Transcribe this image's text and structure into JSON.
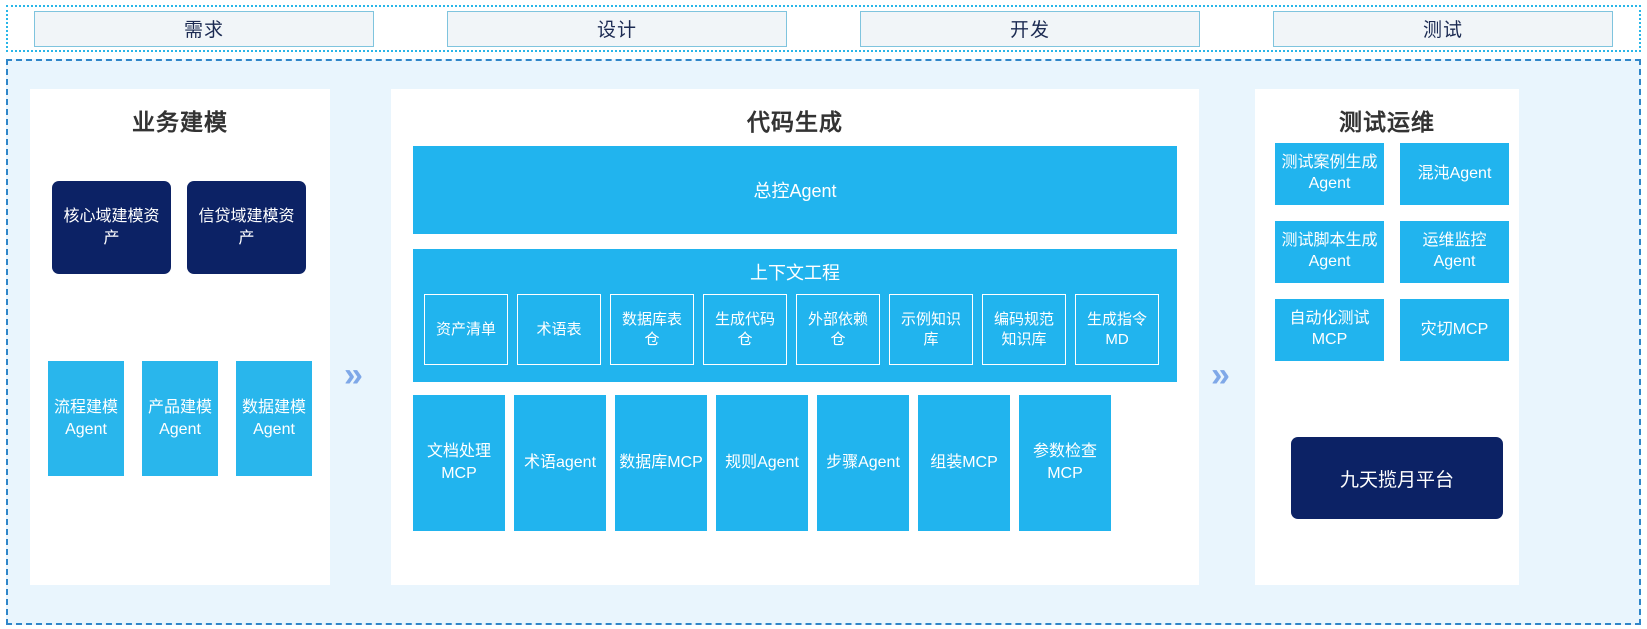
{
  "phases": {
    "tabs": [
      {
        "label": "需求"
      },
      {
        "label": "设计"
      },
      {
        "label": "开发"
      },
      {
        "label": "测试"
      }
    ]
  },
  "flow": {
    "chevron_glyph": "»"
  },
  "colors": {
    "accent_cyan": "#21B4EE",
    "navy": "#0C2265",
    "stage_bg": "#E9F5FD",
    "chevron": "#7FA8E8",
    "tab_border": "#7FC4DE",
    "tab_fill": "#F1F5F8"
  },
  "left_panel": {
    "title": "业务建模",
    "assets": [
      {
        "label": "核心域建模资产"
      },
      {
        "label": "信贷域建模资产"
      }
    ],
    "agents": [
      {
        "label": "流程建模Agent"
      },
      {
        "label": "产品建模Agent"
      },
      {
        "label": "数据建模Agent"
      }
    ]
  },
  "center_panel": {
    "title": "代码生成",
    "master_agent": "总控Agent",
    "context": {
      "title": "上下文工程",
      "chips": [
        {
          "label": "资产清单"
        },
        {
          "label": "术语表"
        },
        {
          "label": "数据库表仓"
        },
        {
          "label": "生成代码仓"
        },
        {
          "label": "外部依赖仓"
        },
        {
          "label": "示例知识库"
        },
        {
          "label": "编码规范知识库"
        },
        {
          "label": "生成指令MD"
        }
      ]
    },
    "tools": [
      {
        "label": "文档处理MCP"
      },
      {
        "label": "术语agent"
      },
      {
        "label": "数据库MCP"
      },
      {
        "label": "规则Agent"
      },
      {
        "label": "步骤Agent"
      },
      {
        "label": "组装MCP"
      },
      {
        "label": "参数检查MCP"
      }
    ]
  },
  "right_panel": {
    "title": "测试运维",
    "cards": [
      {
        "label": "测试案例生成Agent"
      },
      {
        "label": "混沌Agent"
      },
      {
        "label": "测试脚本生成Agent"
      },
      {
        "label": "运维监控Agent"
      },
      {
        "label": "自动化测试MCP"
      },
      {
        "label": "灾切MCP"
      }
    ],
    "platform": "九天揽月平台"
  }
}
